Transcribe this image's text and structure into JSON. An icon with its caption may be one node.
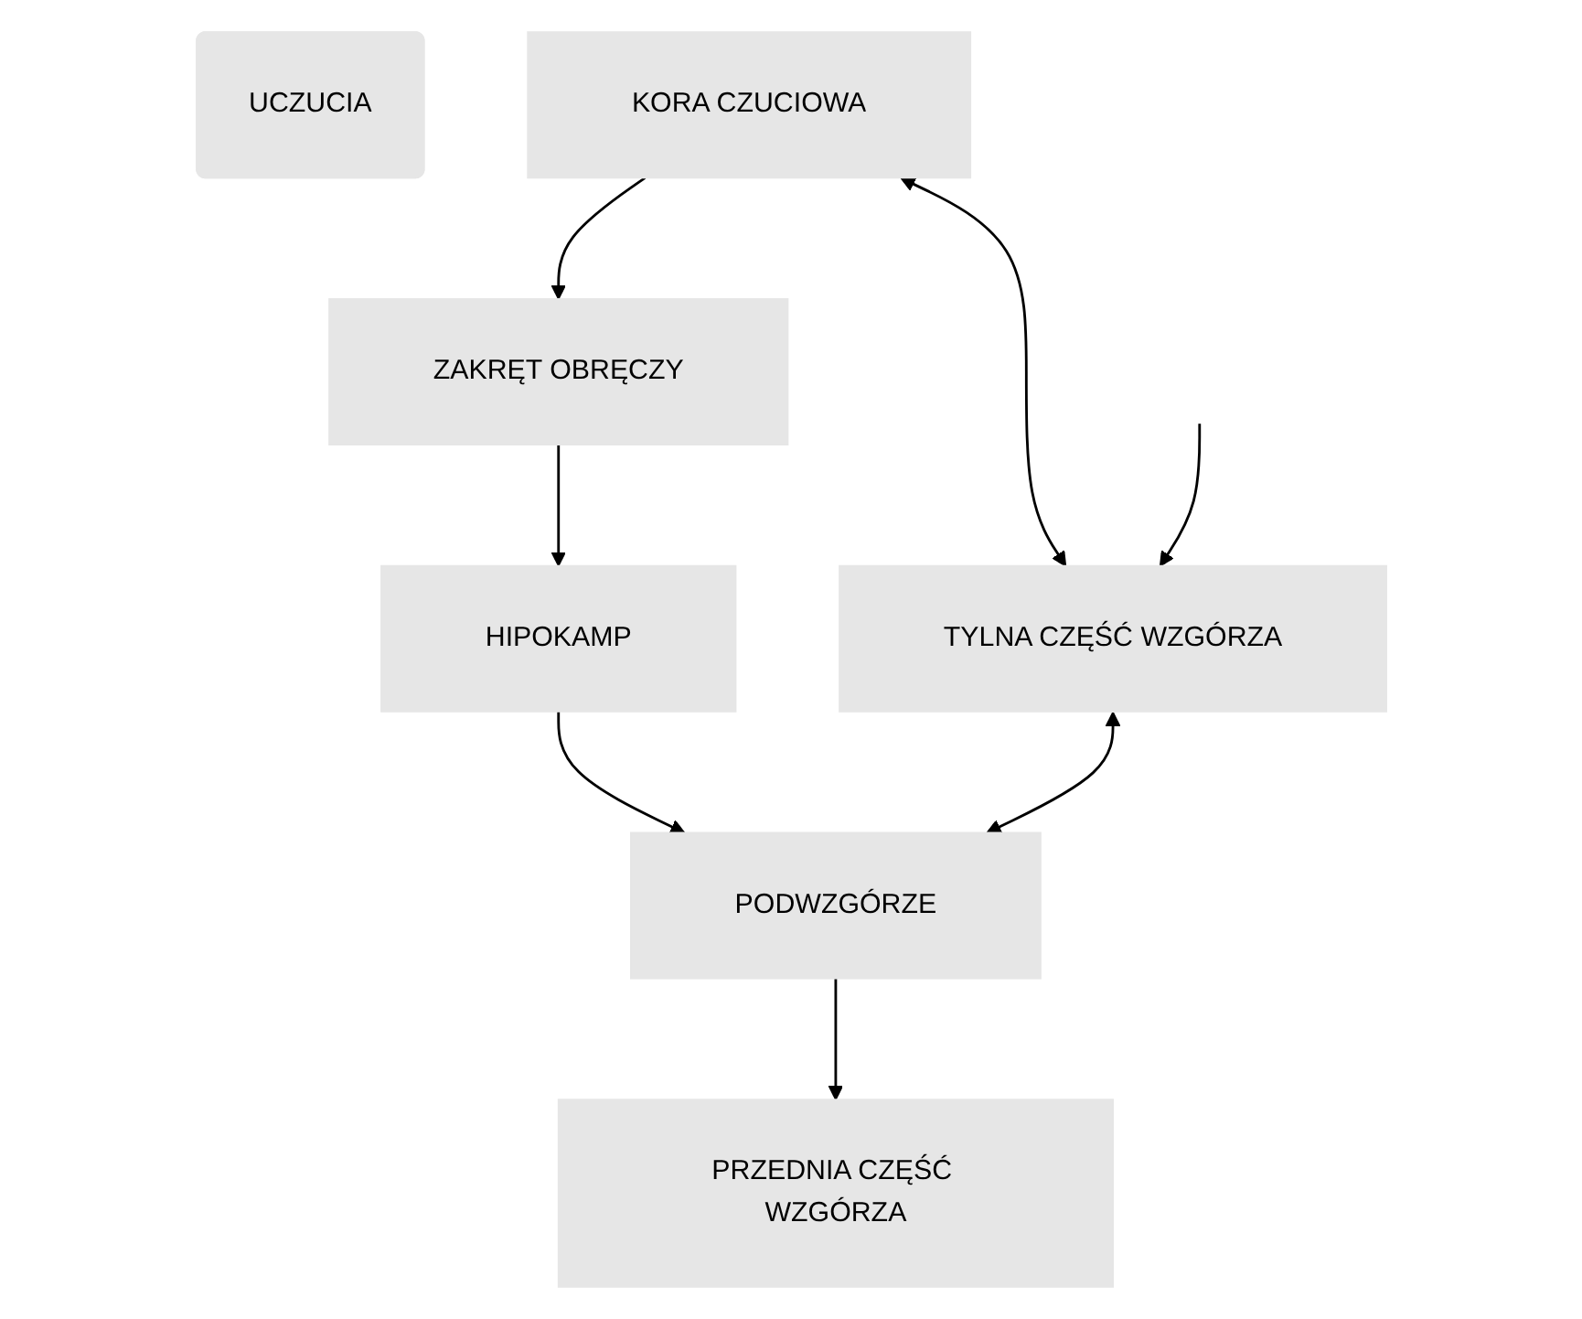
{
  "diagram": {
    "nodes": [
      {
        "text": [
          "UCZUCIA"
        ]
      },
      {
        "text": [
          "ZAKRĘT OBRĘCZY"
        ]
      },
      {
        "text": [
          "KORA CZUCIOWA"
        ]
      },
      {
        "text": [
          "PRZEDNIA CZĘŚĆ WZGÓRZA"
        ]
      },
      {
        "text": [
          "HIPOKAMP"
        ]
      },
      {
        "text": [
          "TYLNA CZĘŚĆ WZGÓRZA"
        ]
      },
      {
        "text": [
          "PODWZGÓRZE"
        ]
      }
    ],
    "edges": [
      {
        "from": 2,
        "to": 1,
        "arrow": "to"
      },
      {
        "from": 1,
        "to": 4,
        "arrow": "to"
      },
      {
        "from": 4,
        "to": 6,
        "arrow": "to"
      },
      {
        "from": 6,
        "to": 3,
        "arrow": "to"
      },
      {
        "from": 2,
        "to": 5,
        "arrow": "both"
      },
      {
        "from": 5,
        "to": 6,
        "arrow": "both"
      },
      {
        "from": null,
        "to": 5,
        "arrow": "to"
      }
    ]
  }
}
